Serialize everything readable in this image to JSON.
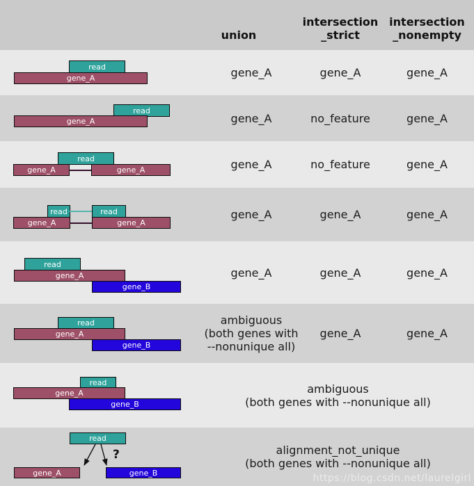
{
  "header": {
    "union": "union",
    "intersection_strict": "intersection\n_strict",
    "intersection_nonempty": "intersection\n_nonempty"
  },
  "labels": {
    "read": "read",
    "gene_a": "gene_A",
    "gene_b": "gene_B",
    "question_mark": "?"
  },
  "rows": [
    {
      "union": "gene_A",
      "strict": "gene_A",
      "nonempty": "gene_A"
    },
    {
      "union": "gene_A",
      "strict": "no_feature",
      "nonempty": "gene_A"
    },
    {
      "union": "gene_A",
      "strict": "no_feature",
      "nonempty": "gene_A"
    },
    {
      "union": "gene_A",
      "strict": "gene_A",
      "nonempty": "gene_A"
    },
    {
      "union": "gene_A",
      "strict": "gene_A",
      "nonempty": "gene_A"
    },
    {
      "union": "ambiguous\n(both genes with\n--nonunique all)",
      "strict": "gene_A",
      "nonempty": "gene_A"
    },
    {
      "span": "ambiguous\n(both genes with --nonunique all)"
    },
    {
      "span": "alignment_not_unique\n(both genes with --nonunique all)"
    }
  ],
  "watermark": "https://blog.csdn.net/laurelgirl",
  "colors": {
    "read_fill": "#2fa39b",
    "gene_a_fill": "#9e5068",
    "gene_b_fill": "#2306db",
    "header_bg": "#cacaca",
    "row_light": "#e9e9e9",
    "row_dark": "#d2d2d2"
  }
}
